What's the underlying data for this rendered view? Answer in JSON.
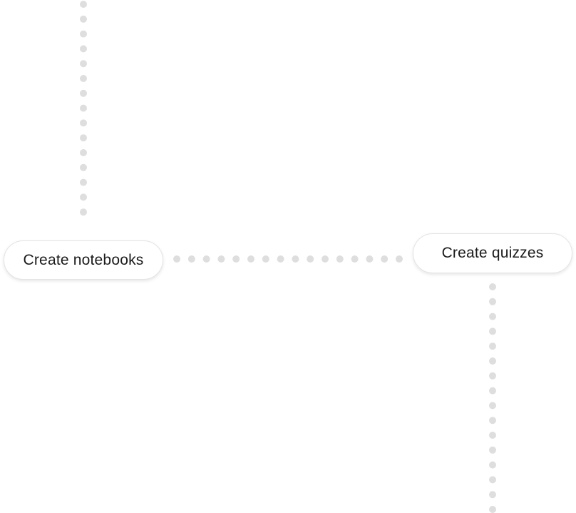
{
  "feature_flow": {
    "nodes": [
      {
        "id": "notebooks",
        "label": "Create notebooks"
      },
      {
        "id": "quizzes",
        "label": "Create quizzes"
      }
    ],
    "connector_style": "dotted",
    "connector_color": "#dedede"
  }
}
